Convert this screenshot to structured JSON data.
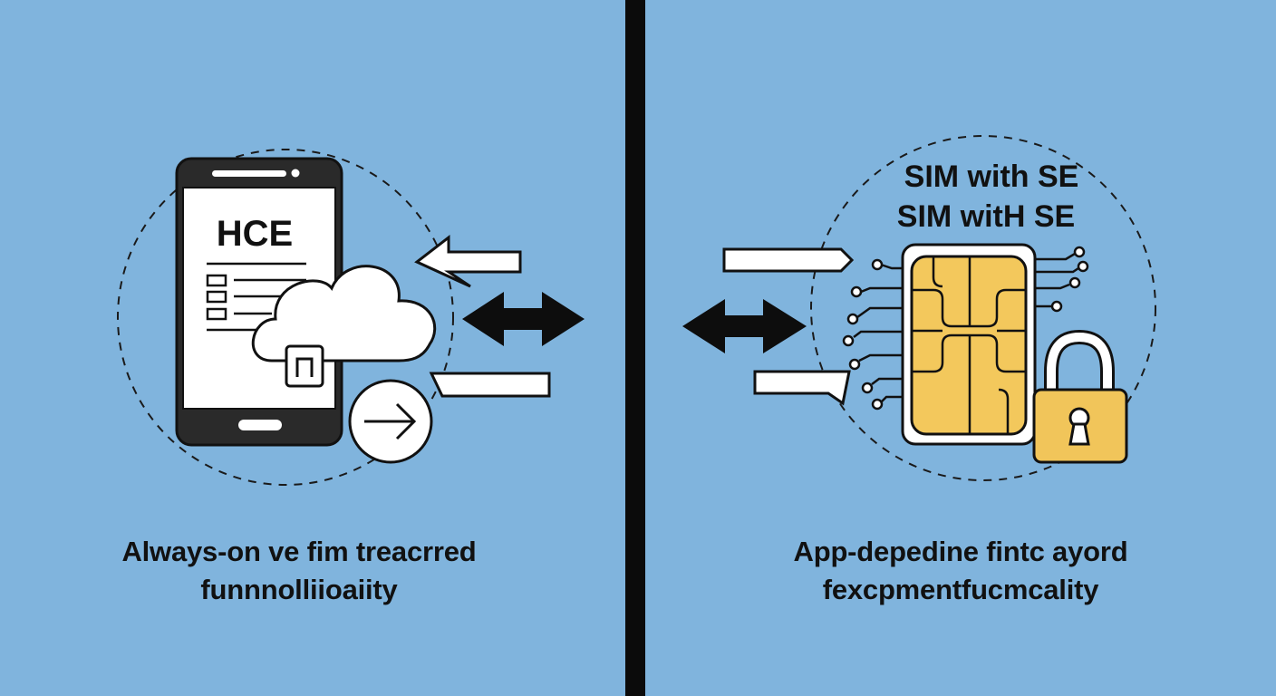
{
  "left": {
    "screen_label": "HCE",
    "caption_line1": "Always-on ve  fim treacrred",
    "caption_line2": "funnnolliioaiity"
  },
  "right": {
    "title_line1": "SIM with SE",
    "title_line2": "SIM witH SE",
    "caption_line1": "App-depedine fintc ayord",
    "caption_line2": "fexcpmentfucmcality"
  },
  "colors": {
    "background": "#80b4dd",
    "divider": "#0b0b0b",
    "chip": "#f3c85c",
    "lock": "#f1c55a",
    "outline": "#111111",
    "white": "#ffffff"
  }
}
